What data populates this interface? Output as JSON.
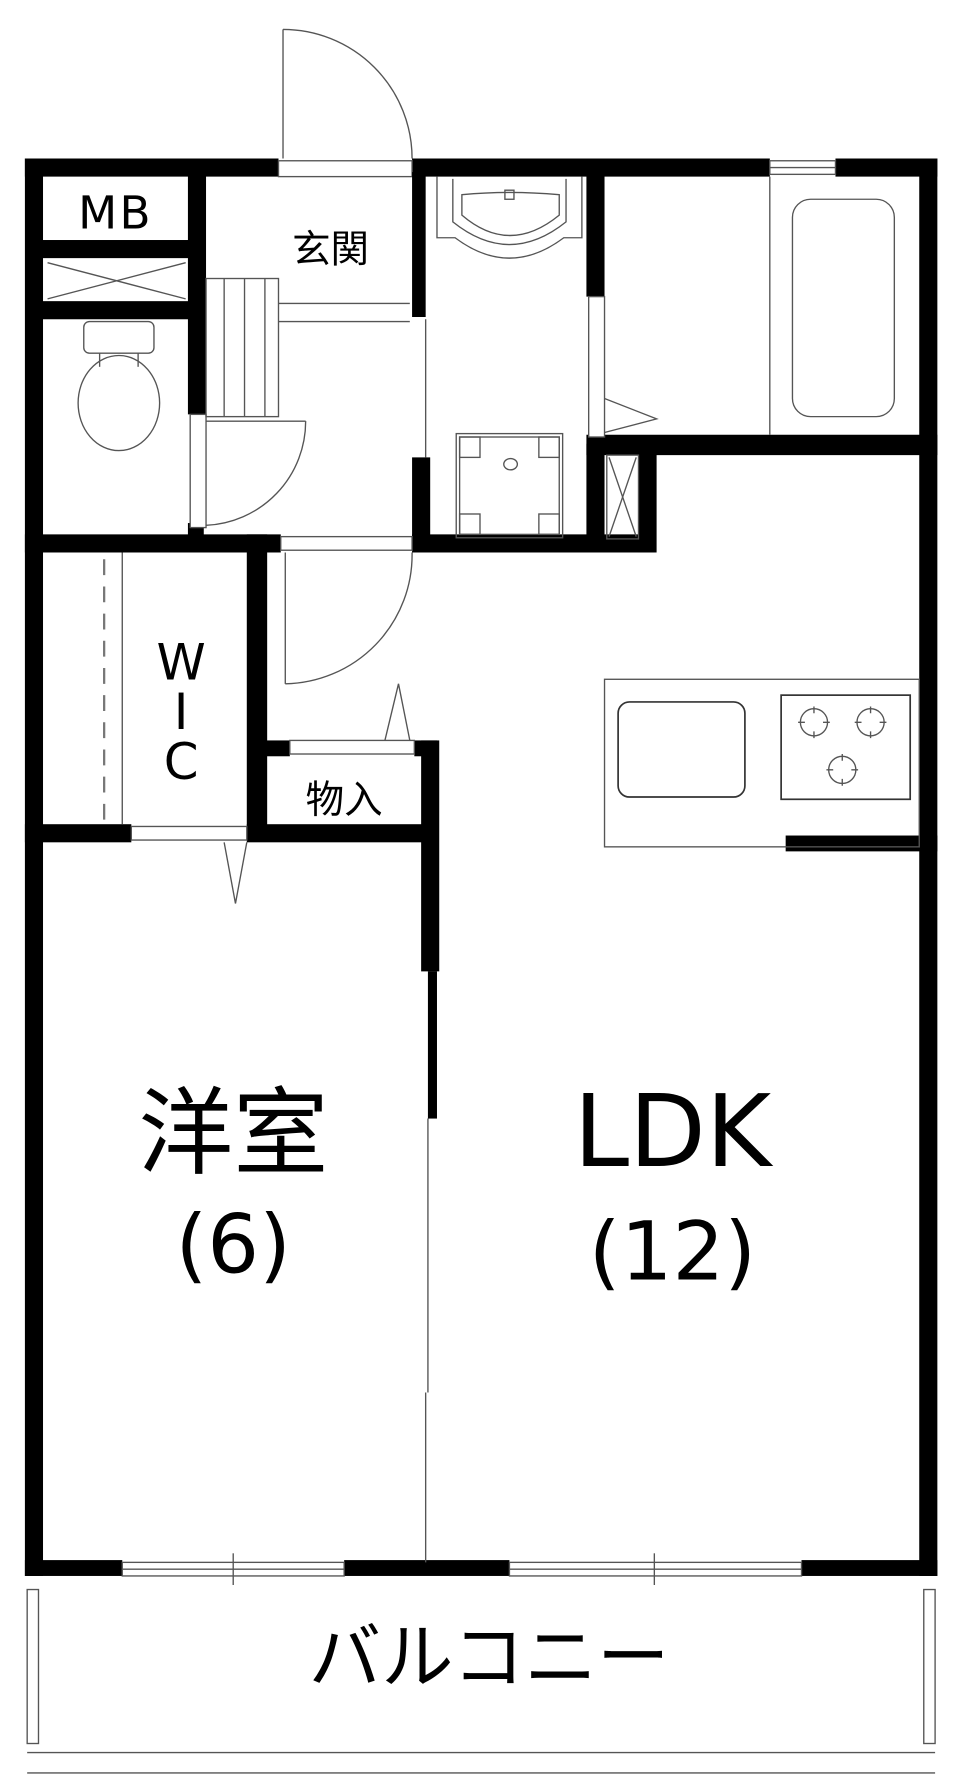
{
  "floor_plan": {
    "type": "apartment-1LDK",
    "rooms": {
      "mb": {
        "label": "MB"
      },
      "entrance": {
        "label": "玄関"
      },
      "wic": {
        "label_lines": [
          "W",
          "I",
          "C"
        ]
      },
      "storage": {
        "label": "物入"
      },
      "western_room": {
        "label": "洋室",
        "size": "(6)"
      },
      "ldk": {
        "label": "LDK",
        "size": "(12)"
      },
      "balcony": {
        "label": "バルコニー"
      }
    },
    "fixtures": [
      "toilet",
      "washbasin",
      "washing-machine-pan",
      "bathtub",
      "kitchen-sink",
      "stove-3-burner",
      "shoe-cabinet"
    ],
    "colors": {
      "wall": "#000000",
      "line": "#555555",
      "background": "#ffffff"
    }
  }
}
